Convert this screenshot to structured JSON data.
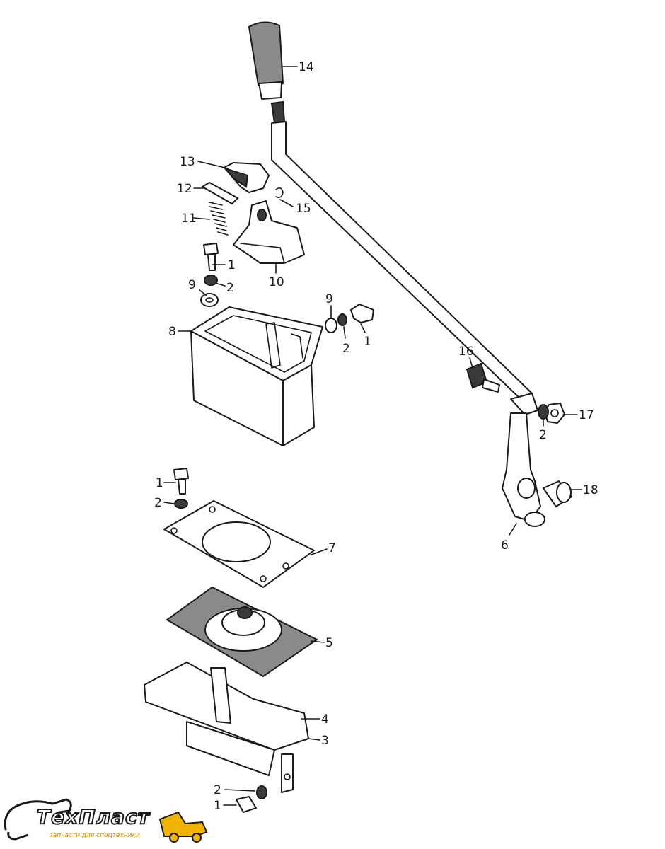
{
  "diagram": {
    "callouts": [
      {
        "id": "c14",
        "label": "14"
      },
      {
        "id": "c13",
        "label": "13"
      },
      {
        "id": "c12",
        "label": "12"
      },
      {
        "id": "c15",
        "label": "15"
      },
      {
        "id": "c11",
        "label": "11"
      },
      {
        "id": "c1a",
        "label": "1"
      },
      {
        "id": "c2a",
        "label": "2"
      },
      {
        "id": "c9a",
        "label": "9"
      },
      {
        "id": "c10",
        "label": "10"
      },
      {
        "id": "c9b",
        "label": "9"
      },
      {
        "id": "c2b",
        "label": "2"
      },
      {
        "id": "c1b",
        "label": "1"
      },
      {
        "id": "c8",
        "label": "8"
      },
      {
        "id": "c16",
        "label": "16"
      },
      {
        "id": "c2c",
        "label": "2"
      },
      {
        "id": "c17",
        "label": "17"
      },
      {
        "id": "c18",
        "label": "18"
      },
      {
        "id": "c6",
        "label": "6"
      },
      {
        "id": "c1c",
        "label": "1"
      },
      {
        "id": "c2d",
        "label": "2"
      },
      {
        "id": "c7",
        "label": "7"
      },
      {
        "id": "c5",
        "label": "5"
      },
      {
        "id": "c4",
        "label": "4"
      },
      {
        "id": "c3",
        "label": "3"
      },
      {
        "id": "c2e",
        "label": "2"
      },
      {
        "id": "c1d",
        "label": "1"
      }
    ]
  },
  "logo": {
    "brand": "ТехПласт",
    "tagline": "запчасти для спецтехники",
    "accent_color": "#f0b400"
  }
}
